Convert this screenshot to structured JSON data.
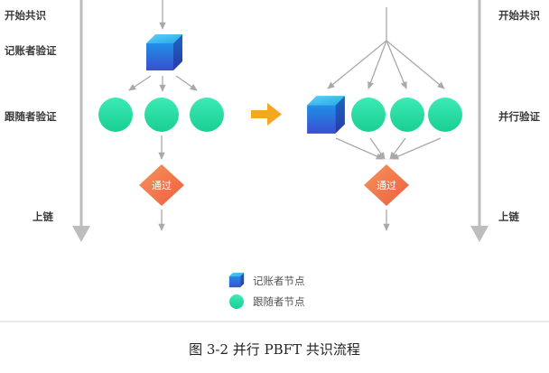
{
  "stages_left": {
    "start": "开始共识",
    "leader_verify": "记账者验证",
    "follower_verify": "跟随者验证",
    "chain": "上链"
  },
  "stages_right": {
    "start": "开始共识",
    "parallel_verify": "并行验证",
    "chain": "上链"
  },
  "left_flow": {
    "pass_label": "通过"
  },
  "right_flow": {
    "pass_label": "通过"
  },
  "legend": {
    "leader": "记账者节点",
    "follower": "跟随者节点"
  },
  "caption": "图 3-2 并行 PBFT 共识流程",
  "colors": {
    "leader_cube": "#1a7fd6",
    "follower_circle": "#2ee0a8",
    "pass_diamond": "#f0744a",
    "transition_arrow": "#f5a623",
    "axis_gray": "#bdbdbd",
    "line_gray": "#a9a9a9"
  }
}
